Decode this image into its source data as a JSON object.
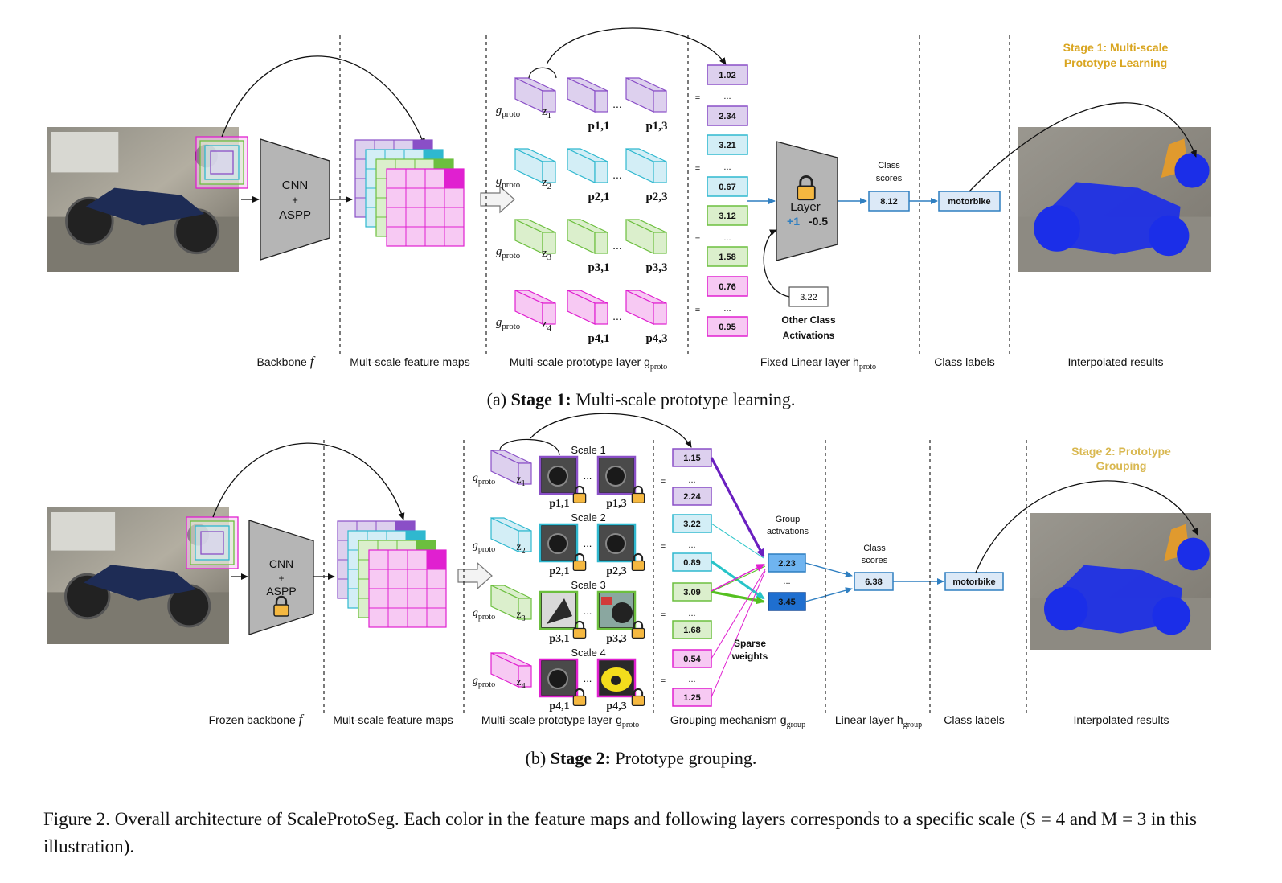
{
  "figure_caption": "Figure 2. Overall architecture of ScaleProtoSeg. Each color in the feature maps and following layers corresponds to a specific scale (S = 4 and M = 3 in this illustration).",
  "colors": {
    "scale1": "#8a4fc7",
    "scale1_fill": "#ddd0ee",
    "scale2": "#2fb8cf",
    "scale2_fill": "#d3eef6",
    "scale3": "#6cbf3e",
    "scale3_fill": "#dbefcc",
    "scale4": "#e020d0",
    "scale4_fill": "#f7c9f3",
    "stage1_title": "#d9a520",
    "stage2_title": "#d9b850",
    "arrow_blue": "#2f7fc1",
    "class_box": "#dce9f7",
    "class_border": "#2f7fc1"
  },
  "stage1": {
    "caption_prefix": "(a) ",
    "caption_bold": "Stage 1:",
    "caption_rest": " Multi-scale prototype learning.",
    "title_line1": "Stage 1: Multi-scale",
    "title_line2": "Prototype Learning",
    "cnn": [
      "CNN",
      "+",
      "ASPP"
    ],
    "g_proto": "g",
    "g_sub": "proto",
    "z_labels": [
      "z",
      "z",
      "z",
      "z"
    ],
    "z_subs": [
      "1",
      "2",
      "3",
      "4"
    ],
    "p_labels": [
      [
        "p1,1",
        "p1,3"
      ],
      [
        "p2,1",
        "p2,3"
      ],
      [
        "p3,1",
        "p3,3"
      ],
      [
        "p4,1",
        "p4,3"
      ]
    ],
    "ellipsis": "...",
    "activations": [
      "1.02",
      "...",
      "2.34",
      "3.21",
      "...",
      "0.67",
      "3.12",
      "...",
      "1.58",
      "0.76",
      "...",
      "0.95"
    ],
    "equals": "=",
    "layer_label": "Layer",
    "weight_pos": "+1",
    "weight_neg": "-0.5",
    "other_value": "3.22",
    "other_line1": "Other Class",
    "other_line2": "Activations",
    "class_scores_line1": "Class",
    "class_scores_line2": "scores",
    "score": "8.12",
    "label": "motorbike",
    "sections": [
      "Backbone f",
      "Mult-scale feature maps",
      "Multi-scale prototype layer g",
      "Fixed Linear layer h",
      "Class labels",
      "Interpolated results"
    ],
    "section_subs": [
      "",
      "",
      "proto",
      "proto",
      "",
      ""
    ]
  },
  "stage2": {
    "caption_prefix": "(b) ",
    "caption_bold": "Stage 2:",
    "caption_rest": " Prototype grouping.",
    "title_line1": "Stage 2: Prototype",
    "title_line2": "Grouping",
    "cnn": [
      "CNN",
      "+",
      "ASPP"
    ],
    "scale_labels": [
      "Scale 1",
      "Scale 2",
      "Scale 3",
      "Scale 4"
    ],
    "p_labels": [
      [
        "p1,1",
        "p1,3"
      ],
      [
        "p2,1",
        "p2,3"
      ],
      [
        "p3,1",
        "p3,3"
      ],
      [
        "p4,1",
        "p4,3"
      ]
    ],
    "activations": [
      "1.15",
      "...",
      "2.24",
      "3.22",
      "...",
      "0.89",
      "3.09",
      "...",
      "1.68",
      "0.54",
      "...",
      "1.25"
    ],
    "group_label_line1": "Group",
    "group_label_line2": "activations",
    "group_values": [
      "2.23",
      "...",
      "3.45"
    ],
    "sparse_line1": "Sparse",
    "sparse_line2": "weights",
    "class_scores_line1": "Class",
    "class_scores_line2": "scores",
    "score": "6.38",
    "label": "motorbike",
    "sections": [
      "Frozen backbone f",
      "Mult-scale feature maps",
      "Multi-scale prototype layer g",
      "Grouping mechanism g",
      "Linear layer h",
      "Class labels",
      "Interpolated results"
    ],
    "section_subs": [
      "",
      "",
      "proto",
      "group",
      "group",
      "",
      ""
    ]
  }
}
